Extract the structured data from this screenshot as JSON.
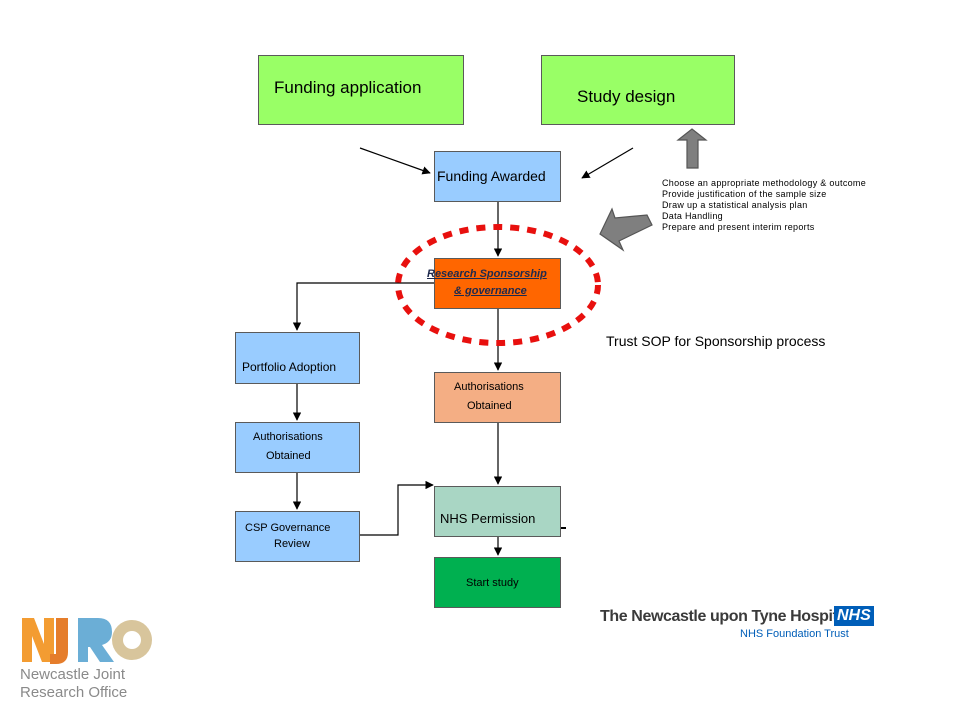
{
  "boxes": {
    "funding_application": "Funding application",
    "study_design": "Study design",
    "funding_awarded": "Funding Awarded",
    "sponsorship_line1": "Research  Sponsorship",
    "sponsorship_line2": "& governance ",
    "portfolio_adoption": "Portfolio Adoption",
    "auth_left_line1": "Authorisations",
    "auth_left_line2": "Obtained",
    "csp_line1": "CSP Governance",
    "csp_line2": "Review",
    "auth_center_line1": "Authorisations",
    "auth_center_line2": "Obtained",
    "nhs_permission": "NHS Permission",
    "start_study": "Start study"
  },
  "study_design_notes": [
    "Choose an appropriate methodology & outcome",
    "Provide justification of the sample size",
    "Draw up a statistical analysis plan",
    "Data Handling",
    "Prepare and present interim reports"
  ],
  "trust_sop": "Trust SOP for Sponsorship process",
  "logos": {
    "njro_line1": "Newcastle Joint",
    "njro_line2": "Research Office",
    "hospitals_name": "The Newcastle upon Tyne Hospitals",
    "nhs_badge": "NHS",
    "foundation_trust": "NHS Foundation Trust"
  },
  "colors": {
    "green_box": "#99ff66",
    "blue_box": "#99ccff",
    "orange_box": "#ff6600",
    "salmon_box": "#f4ae84",
    "teal_box": "#a9d6c4",
    "start_box": "#00b050",
    "red_dashed_ellipse": "#e8100e",
    "nhs_blue": "#005eb8",
    "njro_orange": "#f39c32",
    "njro_blue": "#6baed6",
    "njro_tan": "#d8c59c"
  }
}
